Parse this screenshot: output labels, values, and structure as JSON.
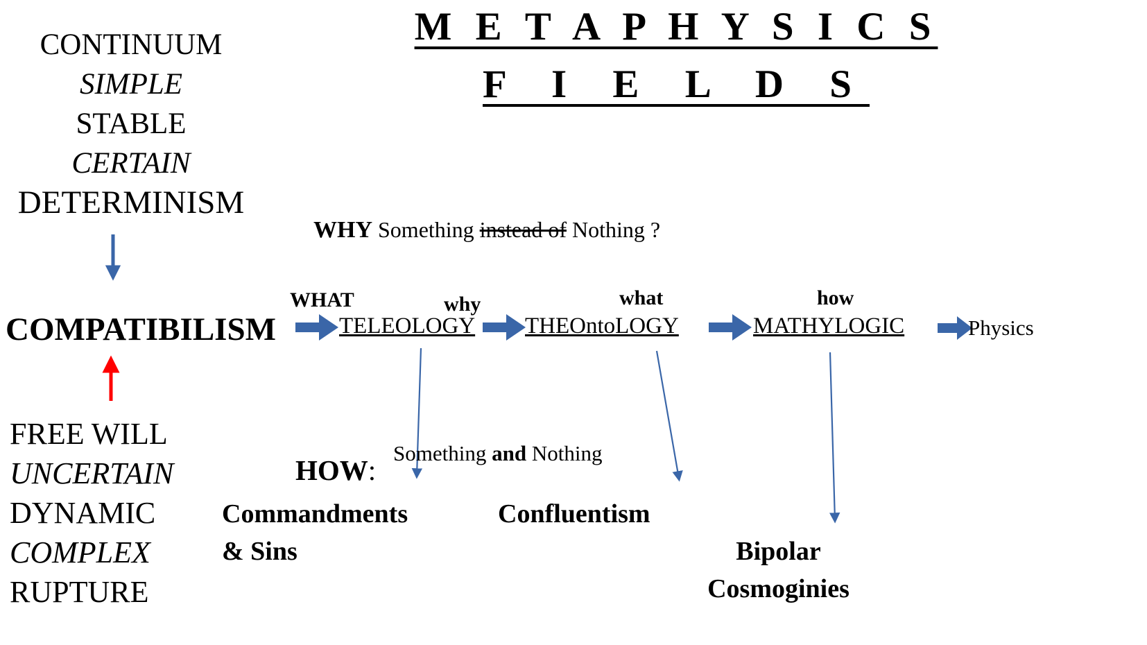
{
  "title": {
    "line1": "M E T A P H Y S I C S",
    "line2": "F I E L D S"
  },
  "left_column": {
    "top_items": [
      {
        "text": "CONTINUUM",
        "style": "normal"
      },
      {
        "text": "SIMPLE",
        "style": "italic"
      },
      {
        "text": "STABLE",
        "style": "normal"
      },
      {
        "text": "CERTAIN",
        "style": "italic"
      },
      {
        "text": "DETERMINISM",
        "style": "normal"
      }
    ],
    "center_item": "COMPATIBILISM",
    "bottom_items": [
      {
        "text": "FREE WILL",
        "style": "normal"
      },
      {
        "text": "UNCERTAIN",
        "style": "italic"
      },
      {
        "text": "DYNAMIC",
        "style": "normal"
      },
      {
        "text": "COMPLEX",
        "style": "italic"
      },
      {
        "text": "RUPTURE",
        "style": "normal"
      }
    ]
  },
  "why_line": {
    "keyword": "WHY",
    "before": " Something ",
    "struck": "instead of",
    "after": " Nothing ?"
  },
  "how_line": {
    "keyword": "HOW",
    "separator": ": ",
    "before": "Something ",
    "emphasis": "and",
    "after": " Nothing"
  },
  "chain": {
    "labels": [
      "WHAT",
      "why",
      "what",
      "how"
    ],
    "nodes": [
      "TELEOLOGY",
      "THEOntoLOGY",
      "MATHYLOGIC"
    ],
    "terminal": "Physics"
  },
  "outcomes": {
    "teleology": {
      "line1": "Commandments",
      "line2": "& Sins"
    },
    "theontology": {
      "line1": "Confluentism"
    },
    "mathylogic": {
      "line1": "Bipolar",
      "line2": "Cosmoginies"
    }
  },
  "colors": {
    "arrow_blue": "#3a66a8",
    "arrow_red": "#ff0000",
    "text": "#000000",
    "background": "#ffffff"
  }
}
